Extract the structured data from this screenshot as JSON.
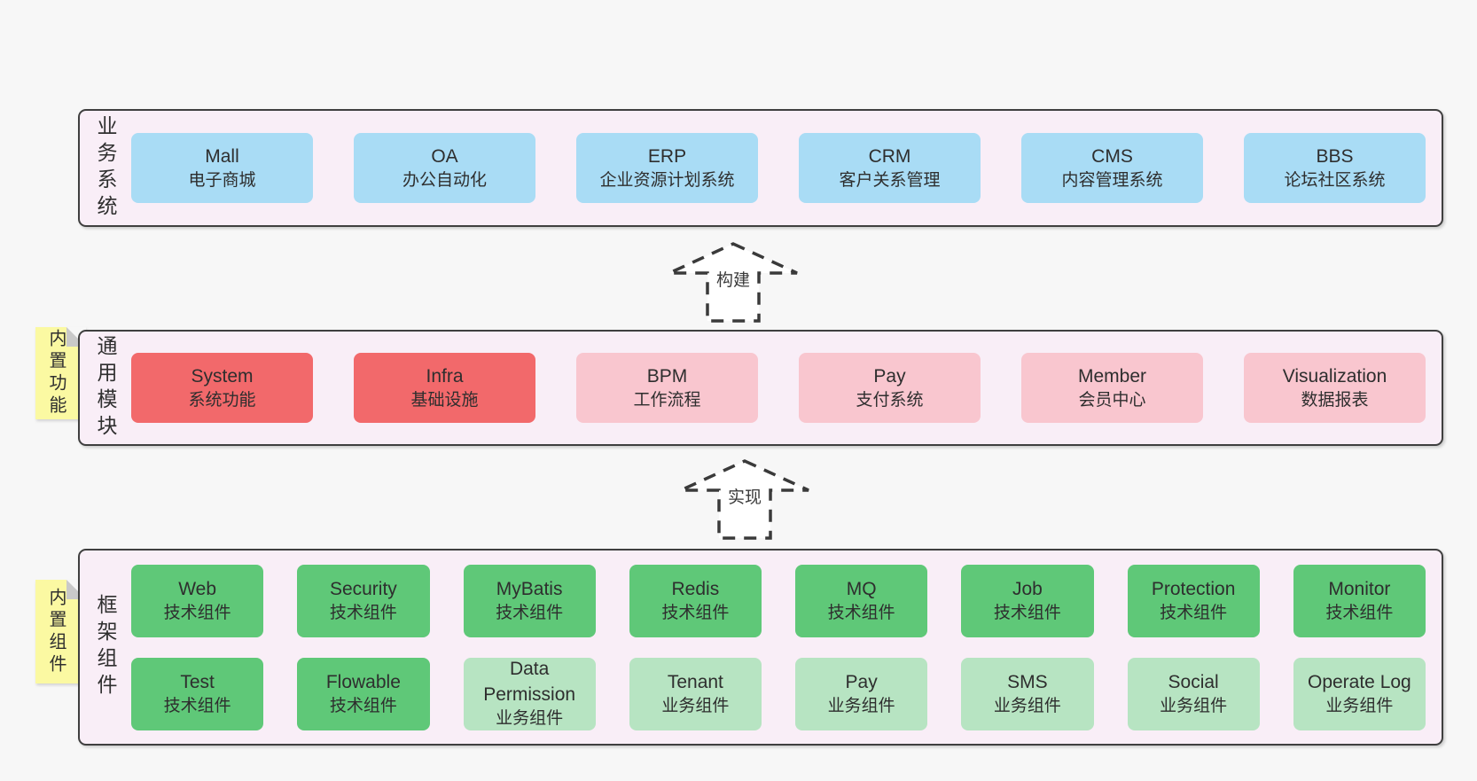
{
  "colors": {
    "page_bg": "#f7f7f7",
    "layer_bg": "#f9eef7",
    "layer_border": "#3f3f3f",
    "box_blue": "#a9dcf5",
    "box_red": "#f2696b",
    "box_pink": "#f9c6cf",
    "box_green": "#5fc878",
    "box_light_green": "#b7e4c2",
    "sticky_tag_bg": "#fbf9a2",
    "sticky_tag_fold": "#c9c9c9",
    "text": "#2e2e2e"
  },
  "arrows": {
    "build": "构建",
    "implement": "实现"
  },
  "layers": {
    "business": {
      "label": "业务系统",
      "items": [
        {
          "name": "Mall",
          "desc": "电子商城"
        },
        {
          "name": "OA",
          "desc": "办公自动化"
        },
        {
          "name": "ERP",
          "desc": "企业资源计划系统"
        },
        {
          "name": "CRM",
          "desc": "客户关系管理"
        },
        {
          "name": "CMS",
          "desc": "内容管理系统"
        },
        {
          "name": "BBS",
          "desc": "论坛社区系统"
        }
      ]
    },
    "modules": {
      "tag": "内置功能",
      "label": "通用模块",
      "items": [
        {
          "name": "System",
          "desc": "系统功能"
        },
        {
          "name": "Infra",
          "desc": "基础设施"
        },
        {
          "name": "BPM",
          "desc": "工作流程"
        },
        {
          "name": "Pay",
          "desc": "支付系统"
        },
        {
          "name": "Member",
          "desc": "会员中心"
        },
        {
          "name": "Visualization",
          "desc": "数据报表"
        }
      ]
    },
    "components": {
      "tag": "内置组件",
      "label": "框架组件",
      "row1": [
        {
          "name": "Web",
          "desc": "技术组件"
        },
        {
          "name": "Security",
          "desc": "技术组件"
        },
        {
          "name": "MyBatis",
          "desc": "技术组件"
        },
        {
          "name": "Redis",
          "desc": "技术组件"
        },
        {
          "name": "MQ",
          "desc": "技术组件"
        },
        {
          "name": "Job",
          "desc": "技术组件"
        },
        {
          "name": "Protection",
          "desc": "技术组件"
        },
        {
          "name": "Monitor",
          "desc": "技术组件"
        }
      ],
      "row2": [
        {
          "name": "Test",
          "desc": "技术组件"
        },
        {
          "name": "Flowable",
          "desc": "技术组件"
        },
        {
          "name": "Data Permission",
          "desc": "业务组件"
        },
        {
          "name": "Tenant",
          "desc": "业务组件"
        },
        {
          "name": "Pay",
          "desc": "业务组件"
        },
        {
          "name": "SMS",
          "desc": "业务组件"
        },
        {
          "name": "Social",
          "desc": "业务组件"
        },
        {
          "name": "Operate Log",
          "desc": "业务组件"
        }
      ]
    }
  }
}
